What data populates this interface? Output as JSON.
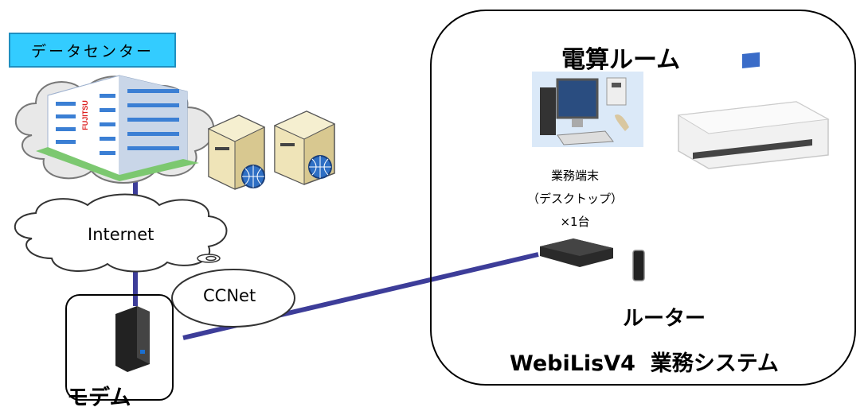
{
  "datacenter": {
    "label": "データセンター",
    "logo_text": "FUJITSU"
  },
  "clouds": {
    "internet": "Internet",
    "ccnet": "CCNet"
  },
  "modem": {
    "label": "モデム"
  },
  "office": {
    "room_title": "電算ルーム",
    "terminal_lines": [
      "業務端末",
      "（デスクトップ）",
      "×1台"
    ],
    "router_label": "ルーター",
    "system_label": "WebiLisV4  業務システム"
  },
  "colors": {
    "line": "#3d3d99",
    "label_bg": "#33ccff",
    "building_blue": "#3b7fd4"
  }
}
